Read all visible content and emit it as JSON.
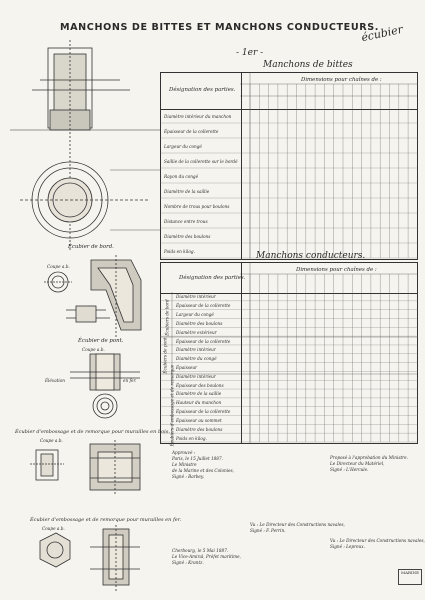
{
  "title": "MANCHONS DE BITTES ET MANCHONS CONDUCTEURS.",
  "handwritten": {
    "corner_note": "écubier",
    "mark": "- 1er -"
  },
  "table1": {
    "section_title": "Manchons de bittes",
    "designation_header": "Désignation des parties.",
    "dimensions_header": "Dimensions pour chaînes de :",
    "rows": [
      "Diamètre intérieur du manchon",
      "Épaisseur de la collerette",
      "Largeur du congé",
      "Saillie de la collerette sur le bordé",
      "Rayon du congé",
      "Diamètre de la saillie",
      "Nombre de trous pour boulons",
      "Distance entre trous",
      "Diamètre des boulons",
      "Poids en kilog."
    ]
  },
  "table2": {
    "section_title": "Manchons conducteurs.",
    "designation_header": "Désignation des parties.",
    "dimensions_header": "Dimensions pour chaînes de :",
    "group_labels": [
      "Écubiers de bord",
      "Écubiers de pont",
      "Écubiers d'embossage et de remorque"
    ],
    "rows": [
      "Diamètre intérieur",
      "Épaisseur de la collerette",
      "Largeur du congé",
      "Diamètre des boulons",
      "Diamètre extérieur",
      "Épaisseur de la collerette",
      "Diamètre intérieur",
      "Diamètre du congé",
      "Épaisseur",
      "Diamètre intérieur",
      "Épaisseur des boulons",
      "Diamètre de la saillie",
      "Hauteur du manchon",
      "Épaisseur de la collerette",
      "Épaisseur au sommet",
      "Diamètre des boulons",
      "Poids en kilog."
    ]
  },
  "drawings": {
    "ecubier_bord": "Écubier de bord.",
    "ecubier_pont": "Écubier de pont.",
    "ecubier_bois": "Écubier d'embossage et de remorque pour murailles en bois.",
    "ecubier_acier": "Écubier d'embossage et de remorque pour murailles en fer.",
    "coupe_1": "Coupe a.b.",
    "coupe_2": "Coupe a.b.",
    "coupe_3": "Coupe a.b.",
    "coupe_4": "Coupe a.b.",
    "elevation": "Élévation",
    "en_fer": "en fer."
  },
  "footer": {
    "approved_left": [
      "Approuvé :",
      "Paris, le 15 Juillet 1887.",
      "Le Ministre",
      "de la Marine et des Colonies,",
      "Signé : Barbey."
    ],
    "cherbourg": [
      "Cherbourg, le 5 Mai 1887.",
      "Le Vice-Amiral, Préfet maritime,",
      "Signé : Krantz."
    ],
    "director": [
      "Vu : Le Directeur des Constructions navales,",
      "Signé : F. Perrin."
    ],
    "approved_right": [
      "Proposé à l'approbation du Ministre.",
      "Le Directeur du Matériel,",
      "Signé : L'Hercule."
    ],
    "inspector": [
      "Vu : Le Directeur des Constructions navales,",
      "Signé : Lepreux."
    ],
    "stamp": "MARINE"
  }
}
